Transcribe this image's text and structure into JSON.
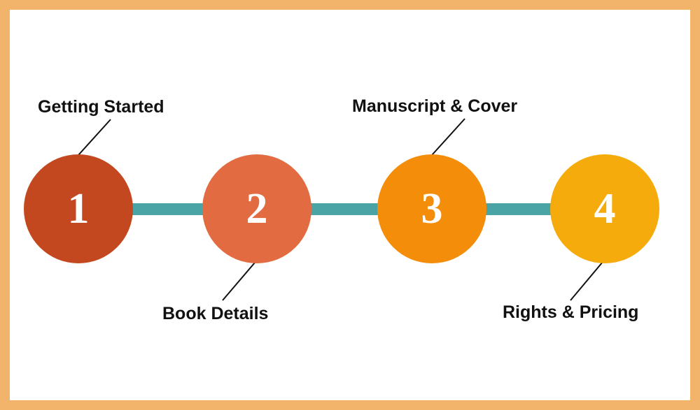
{
  "steps": [
    {
      "number": "1",
      "label": "Getting Started",
      "color": "#c4481f"
    },
    {
      "number": "2",
      "label": "Book Details",
      "color": "#e36b41"
    },
    {
      "number": "3",
      "label": "Manuscript & Cover",
      "color": "#f48d0a"
    },
    {
      "number": "4",
      "label": "Rights & Pricing",
      "color": "#f6ab0c"
    }
  ],
  "colors": {
    "border": "#f2b46a",
    "background": "#ffffff",
    "connector": "#4aa3a5",
    "leader_line": "#111111"
  }
}
